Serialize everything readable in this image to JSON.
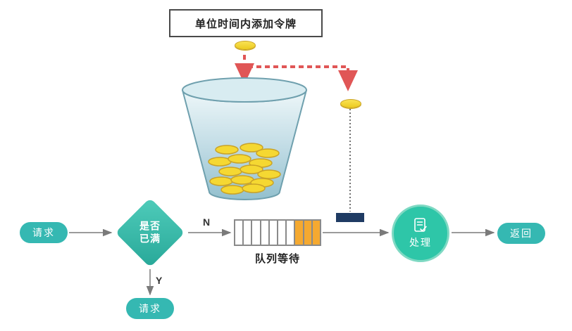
{
  "diagram": {
    "title": "单位时间内添加令牌",
    "flow": {
      "request_start": "请求",
      "decision": "是否已满",
      "branch_no_label": "N",
      "branch_yes_label": "Y",
      "queue_label": "队列等待",
      "process_label": "处理",
      "return_label": "返回",
      "request_rejected": "请求"
    },
    "queue": {
      "cells": [
        "empty",
        "empty",
        "empty",
        "empty",
        "empty",
        "empty",
        "empty",
        "filled",
        "filled",
        "filled"
      ]
    },
    "colors": {
      "teal": "#35b8b2",
      "process_green": "#2ec6a8",
      "red_dashed": "#e05656",
      "coin_yellow": "#f5d832",
      "queue_orange": "#f5a930",
      "navy": "#1f3b63",
      "line_gray": "#7a7a7a"
    }
  }
}
